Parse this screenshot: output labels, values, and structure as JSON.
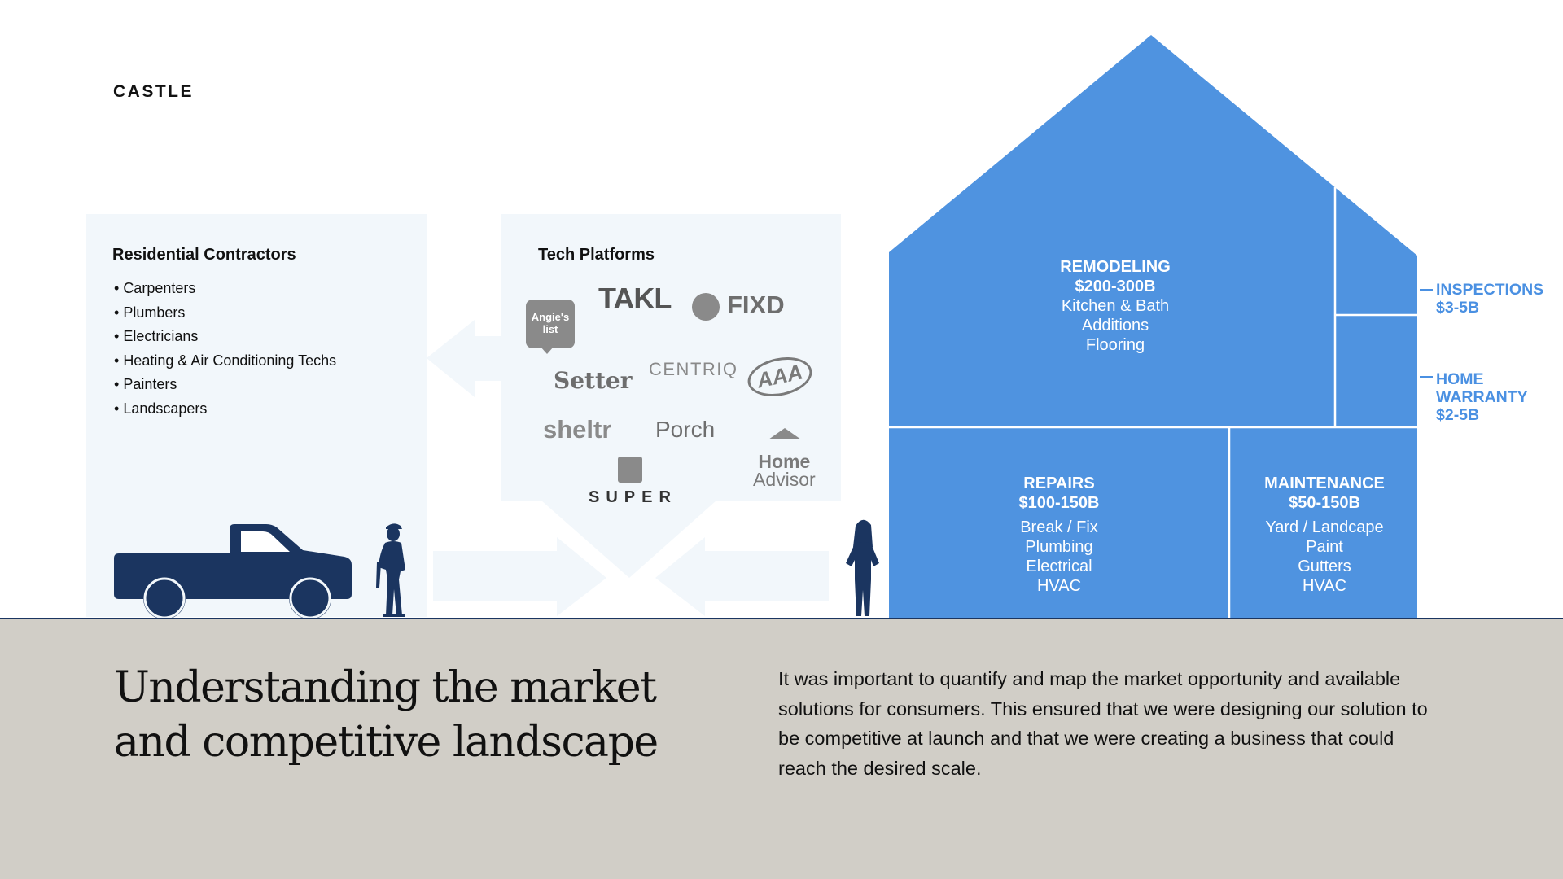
{
  "brand": "CASTLE",
  "contractors": {
    "title": "Residential Contractors",
    "items": [
      "Carpenters",
      "Plumbers",
      "Electricians",
      "Heating & Air Conditioning Techs",
      "Painters",
      "Landscapers"
    ]
  },
  "tech": {
    "title": "Tech Platforms",
    "logos": {
      "angies_line1": "Angie's",
      "angies_line2": "list",
      "takl": "TAKL",
      "fixd": "FIXD",
      "setter": "Setter",
      "centriq": "CENTRIQ",
      "aaa": "AAA",
      "sheltr": "sheltr",
      "porch": "Porch",
      "homeadvisor_line1": "Home",
      "homeadvisor_line2": "Advisor",
      "super": "SUPER"
    }
  },
  "house": {
    "remodeling": {
      "title": "REMODELING",
      "value": "$200-300B",
      "items": [
        "Kitchen & Bath",
        "Additions",
        "Flooring"
      ]
    },
    "repairs": {
      "title": "REPAIRS",
      "value": "$100-150B",
      "items": [
        "Break / Fix",
        "Plumbing",
        "Electrical",
        "HVAC"
      ]
    },
    "maintenance": {
      "title": "MAINTENANCE",
      "value": "$50-150B",
      "items": [
        "Yard / Landcape",
        "Paint",
        "Gutters",
        "HVAC"
      ]
    },
    "inspections": {
      "title": "INSPECTIONS",
      "value": "$3-5B"
    },
    "warranty": {
      "title_line1": "HOME",
      "title_line2": "WARRANTY",
      "value": "$2-5B"
    }
  },
  "footer": {
    "headline": "Understanding the market and competitive landscape",
    "body": "It was important to quantify and map the market opportunity and available solutions for consumers. This ensured that we were designing our solution to be competitive at launch and that we were creating a business that could reach the desired scale."
  },
  "colors": {
    "house_blue": "#4f93e0",
    "accent_blue": "#4a90e2",
    "navy": "#1b3560",
    "panel_bg": "#f2f7fb",
    "footer_bg": "#d1cec7"
  },
  "icons": [
    "pickup-truck-icon",
    "contractor-silhouette-icon",
    "homeowner-silhouette-icon",
    "arrow-left-icon",
    "arrow-right-icon",
    "house-icon"
  ]
}
